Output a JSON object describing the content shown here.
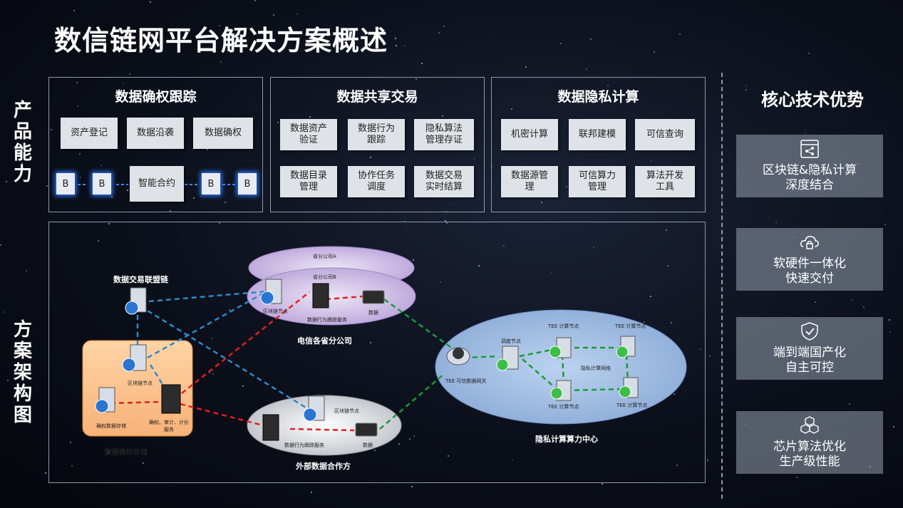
{
  "title": "数信链网平台解决方案概述",
  "side_labels": {
    "product": [
      "产",
      "品",
      "能",
      "力"
    ],
    "architecture": [
      "方",
      "案",
      "架",
      "构",
      "图"
    ]
  },
  "panels": [
    {
      "title": "数据确权跟踪",
      "rows": [
        [
          "资产登记",
          "数据沿袭",
          "数据确权"
        ]
      ],
      "chain": {
        "block": "B",
        "contract": "智能合约"
      }
    },
    {
      "title": "数据共享交易",
      "rows": [
        [
          "数据资产\n验证",
          "数据行为\n跟踪",
          "隐私算法\n管理存证"
        ],
        [
          "数据目录\n管理",
          "协作任务\n调度",
          "数据交易\n实时结算"
        ]
      ]
    },
    {
      "title": "数据隐私计算",
      "rows": [
        [
          "机密计算",
          "联邦建模",
          "可信查询"
        ],
        [
          "数据源管\n理",
          "可信算力\n管理",
          "算法开发\n工具"
        ]
      ]
    }
  ],
  "core": {
    "title": "核心技术优势",
    "items": [
      {
        "icon": "blockchain-icon",
        "text": "区块链&隐私计算\n深度结合"
      },
      {
        "icon": "cloud-lock-icon",
        "text": "软硬件一体化\n快速交付"
      },
      {
        "icon": "shield-check-icon",
        "text": "端到端国产化\n自主可控"
      },
      {
        "icon": "cubes-icon",
        "text": "芯片算法优化\n生产级性能"
      }
    ]
  },
  "diagram": {
    "alliance_chain": "数据交易联盟链",
    "telecom": {
      "outer": "省分公司A",
      "inner": "省分公司B",
      "label": "电信各省分公司",
      "node": "区块链节点",
      "behavior": "数据行为跟踪服务",
      "data": "数据"
    },
    "owner": {
      "node": "区块链节点",
      "store": "确权数据存储",
      "service": "确权、审计、计价\n服务",
      "label": "数据确权存储"
    },
    "partner": {
      "node": "区块链节点",
      "behavior": "数据行为跟踪服务",
      "data": "数据",
      "label": "外部数据合作方"
    },
    "privacy": {
      "gateway": "TEE 可信数据网关",
      "schedule": "调度节点",
      "tee": "TEE 计算节点",
      "network": "隐私计算网络",
      "label": "隐私计算算力中心"
    }
  }
}
